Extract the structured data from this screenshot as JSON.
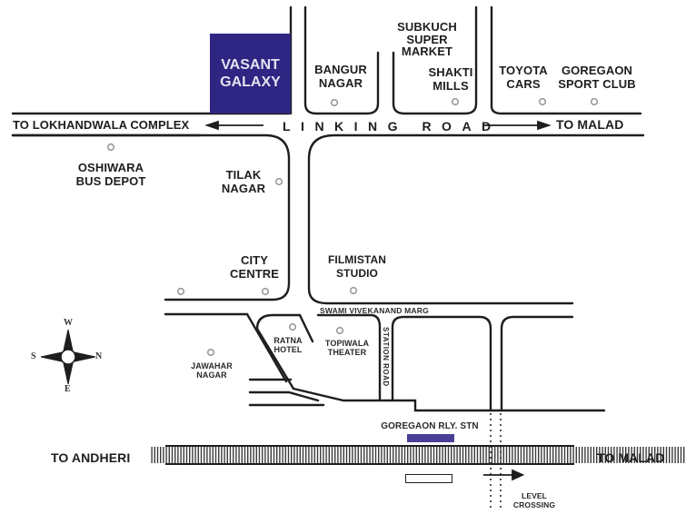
{
  "map": {
    "project": {
      "name": "VASANT\nGALAXY",
      "color": "#2f2582"
    },
    "roads": {
      "linking_road": "LINKING ROAD",
      "swami_vivekanand_marg": "SWAMI VIVEKANAND MARG",
      "station_road": "STATION ROAD"
    },
    "directions": {
      "to_lokhandwala": "TO LOKHANDWALA COMPLEX",
      "to_malad_top": "TO MALAD",
      "to_andheri": "TO ANDHERI",
      "to_malad_bottom": "TO MALAD"
    },
    "landmarks": {
      "bangur_nagar": "BANGUR\nNAGAR",
      "subkuch_super_market": "SUBKUCH\nSUPER\nMARKET",
      "shakti_mills": "SHAKTI\nMILLS",
      "toyota_cars": "TOYOTA\nCARS",
      "goregaon_sport_club": "GOREGAON\nSPORT CLUB",
      "oshiwara_bus_depot": "OSHIWARA\nBUS DEPOT",
      "tilak_nagar": "TILAK\nNAGAR",
      "city_centre": "CITY\nCENTRE",
      "filmistan_studio": "FILMISTAN\nSTUDIO",
      "ratna_hotel": "RATNA\nHOTEL",
      "topiwala_theater": "TOPIWALA\nTHEATER",
      "jawahar_nagar": "JAWAHAR\nNAGAR",
      "goregaon_rly_stn": "GOREGAON RLY. STN",
      "level_crossing": "LEVEL\nCROSSING"
    },
    "compass": {
      "north": "N",
      "south": "S",
      "east": "E",
      "west": "W"
    },
    "colors": {
      "road": "#1e1e1e",
      "station": "#4a3f96",
      "marker": "#9a9a9a"
    }
  }
}
